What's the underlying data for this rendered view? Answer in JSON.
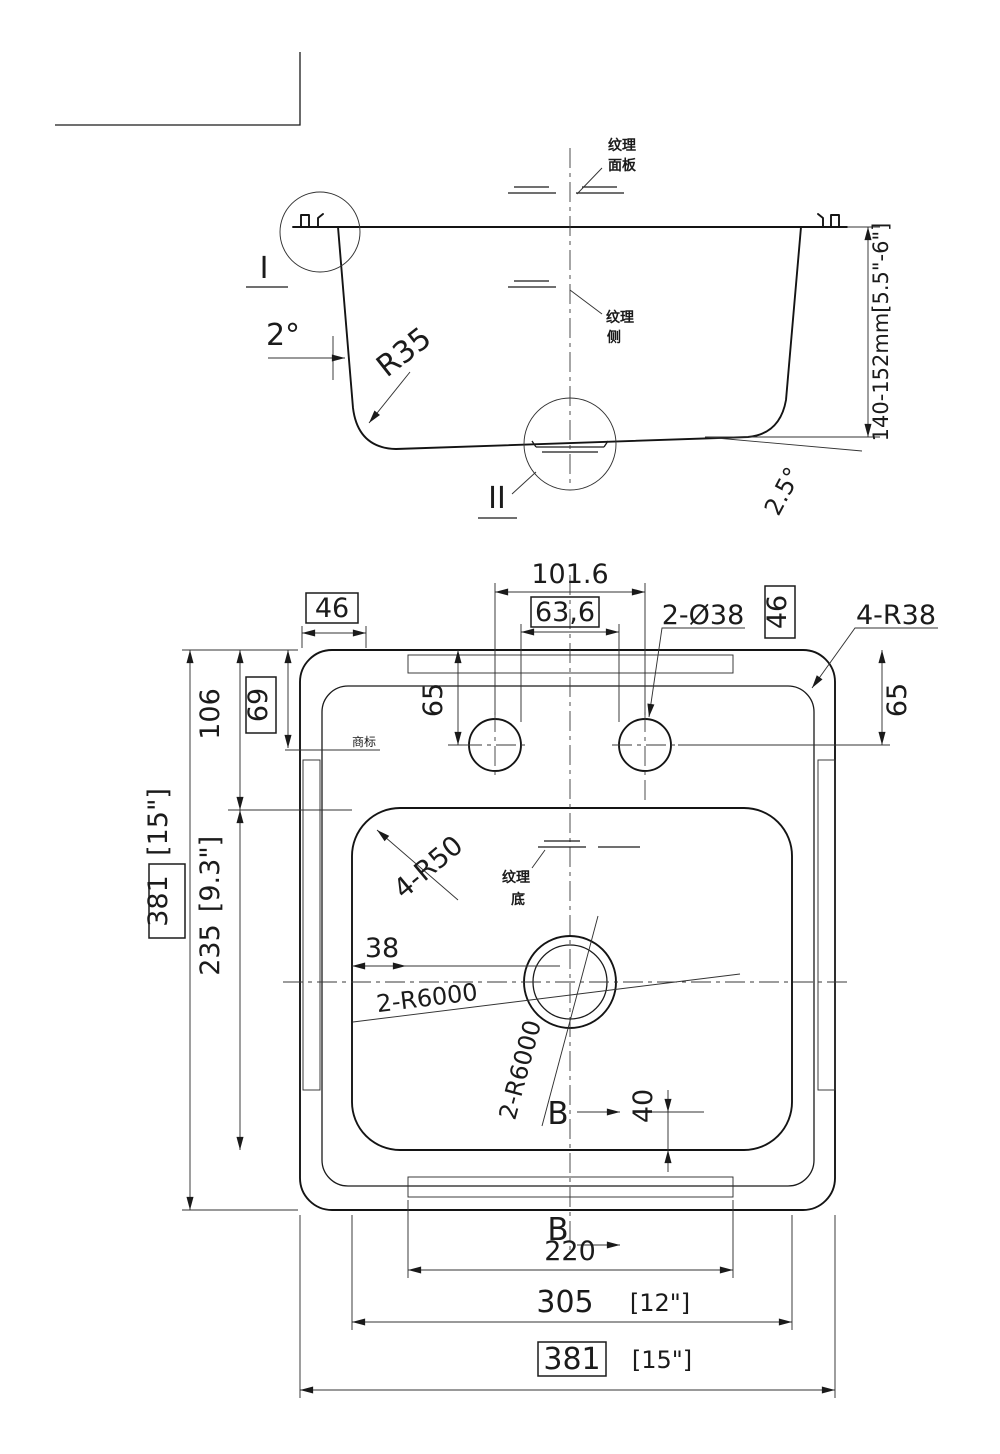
{
  "side_view": {
    "detail_i_label": "I",
    "detail_ii_label": "II",
    "draft_angle": "2°",
    "corner_radius": "R35",
    "depth_range": "140-152mm[5.5\"-6\"]",
    "bottom_slope": "2.5°",
    "grain_panel": {
      "l1": "纹理",
      "l2": "面板"
    },
    "grain_side": {
      "l1": "纹理",
      "l2": "侧"
    }
  },
  "plan_view": {
    "hole_spacing": "101.6",
    "hole_gap": "63,6",
    "edge_offset_left": "46",
    "edge_offset_right": "46",
    "holes_note": "2-Ø38",
    "outer_corner_note": "4-R38",
    "top_to_basin": "106",
    "top_to_mark": "69",
    "top_to_hole_left": "65",
    "top_to_hole_right": "65",
    "overall_height": "381",
    "overall_height_in": "[15\"]",
    "basin_height": "235",
    "basin_height_in": "[9.3\"]",
    "basin_edge_offset": "38",
    "basin_corner_note": "4-R50",
    "grain_bottom": {
      "l1": "纹理",
      "l2": "底"
    },
    "trademark_note": "商标",
    "bottom_radius_a": "2-R6000",
    "bottom_radius_b": "2-R6000",
    "section_label_top": "B",
    "section_label_bottom": "B",
    "section_offset": "40",
    "strip_width": "220",
    "basin_width": "305",
    "basin_width_in": "[12\"]",
    "overall_width": "381",
    "overall_width_in": "[15\"]"
  }
}
